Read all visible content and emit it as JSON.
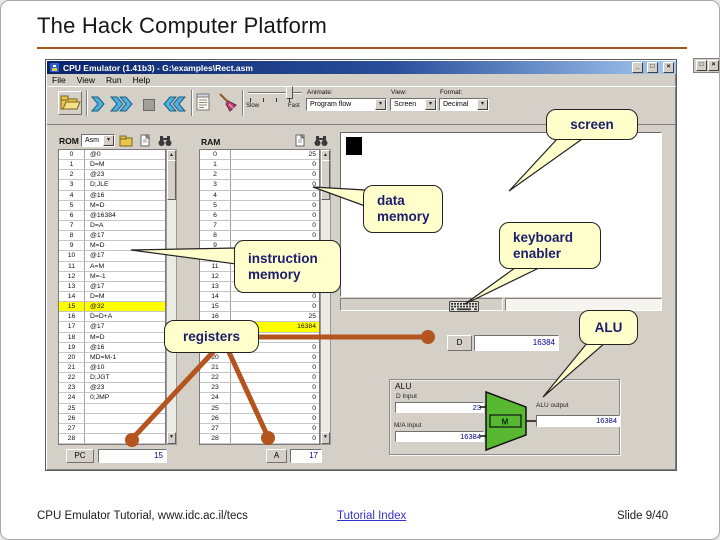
{
  "slide": {
    "title": "The Hack Computer Platform",
    "footer_left": "CPU Emulator Tutorial, www.idc.ac.il/tecs",
    "footer_center": "Tutorial Index",
    "footer_right": "Slide 9/40"
  },
  "colors": {
    "callout_bg": "#FFFFCC",
    "callout_text": "#1C1C6E",
    "connector": "#B4541E",
    "highlight_row": "#FFFF00",
    "title_rule": "#A9571C",
    "window_chrome": "#D4D0C8",
    "titlebar_gradient_start": "#0A246A",
    "titlebar_gradient_end": "#A6CAF0",
    "alu_green": "#58B832",
    "value_text": "#00008B"
  },
  "window": {
    "title": "CPU Emulator (1.41b3) - G:\\examples\\Rect.asm",
    "menus": [
      "File",
      "View",
      "Run",
      "Help"
    ],
    "buttons": {
      "minimize": "_",
      "maximize": "□",
      "close": "×"
    }
  },
  "toolbar": {
    "slider": {
      "left_label": "Slow",
      "right_label": "Fast"
    },
    "animate_label": "Animate:",
    "animate_value": "Program flow",
    "view_label": "View:",
    "view_value": "Screen",
    "format_label": "Format:",
    "format_value": "Decimal"
  },
  "rom": {
    "label": "ROM",
    "format_selector": "Asm",
    "rows": [
      "@0",
      "D=M",
      "@23",
      "D;JLE",
      "@16",
      "M=D",
      "@16384",
      "D=A",
      "@17",
      "M=D",
      "@17",
      "A=M",
      "M=-1",
      "@17",
      "D=M",
      "@32",
      "D=D+A",
      "@17",
      "M=D",
      "@16",
      "MD=M-1",
      "@10",
      "D;JGT",
      "@23",
      "0;JMP",
      "",
      "",
      "",
      ""
    ],
    "highlight_row": 15,
    "pc_label": "PC",
    "pc_value": "15"
  },
  "ram": {
    "label": "RAM",
    "values": [
      "25",
      "0",
      "0",
      "0",
      "0",
      "0",
      "0",
      "0",
      "0",
      "0",
      "0",
      "0",
      "0",
      "0",
      "0",
      "0",
      "25",
      "16384",
      "0",
      "0",
      "0",
      "0",
      "0",
      "0",
      "0",
      "0",
      "0",
      "0",
      "0"
    ],
    "highlight_row": 17,
    "a_label": "A",
    "a_value": "17"
  },
  "cpu": {
    "d_label": "D",
    "d_value": "16384",
    "alu": {
      "title": "ALU",
      "d_input_label": "D Input",
      "d_input_value": "23",
      "ma_input_label": "M/A Input",
      "ma_input_value": "16384",
      "operation": "M",
      "output_label": "ALU output",
      "output_value": "16384"
    }
  },
  "callouts": {
    "screen": "screen",
    "data_memory": "data memory",
    "instruction_memory": "instruction memory",
    "keyboard_enabler": "keyboard enabler",
    "registers": "registers",
    "alu": "ALU"
  }
}
